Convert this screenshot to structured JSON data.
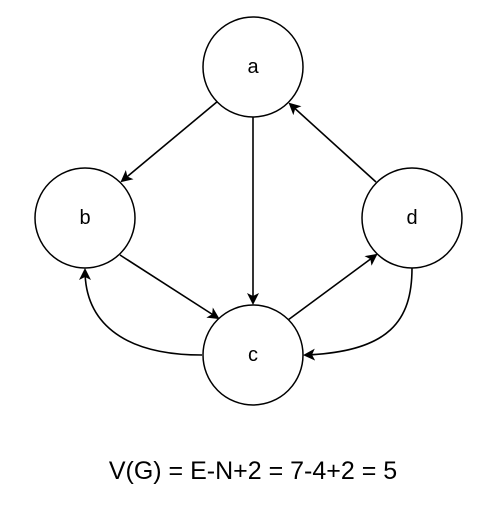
{
  "diagram": {
    "nodes": [
      {
        "id": "a",
        "label": "a"
      },
      {
        "id": "b",
        "label": "b"
      },
      {
        "id": "c",
        "label": "c"
      },
      {
        "id": "d",
        "label": "d"
      }
    ],
    "edges": [
      {
        "from": "a",
        "to": "b"
      },
      {
        "from": "a",
        "to": "c"
      },
      {
        "from": "b",
        "to": "c"
      },
      {
        "from": "c",
        "to": "b"
      },
      {
        "from": "c",
        "to": "d"
      },
      {
        "from": "d",
        "to": "a"
      },
      {
        "from": "d",
        "to": "c"
      }
    ],
    "formula": "V(G) = E-N+2 = 7-4+2 = 5",
    "colors": {
      "stroke": "#000000",
      "background": "#ffffff"
    }
  }
}
